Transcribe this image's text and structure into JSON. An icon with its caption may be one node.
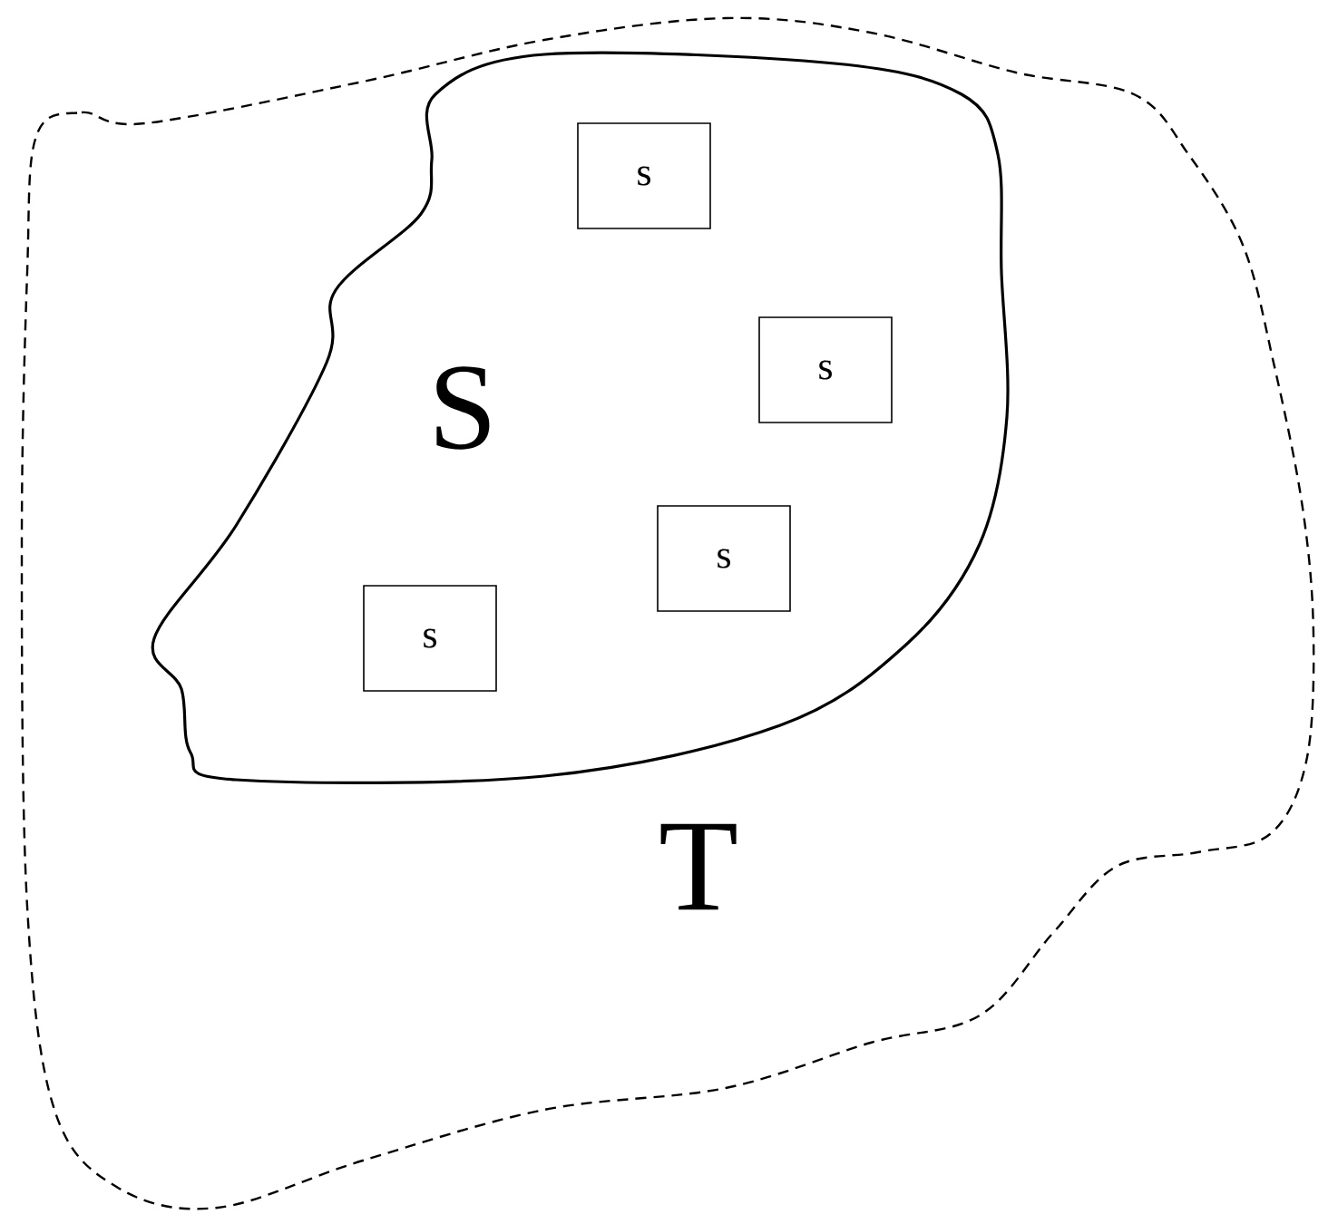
{
  "diagram": {
    "nodes": [
      {
        "text": [
          "T"
        ]
      },
      {
        "text": [
          "S"
        ],
        "in": 0
      },
      {
        "text": [
          "s"
        ],
        "in": 1
      },
      {
        "text": [
          "s"
        ],
        "in": 1
      },
      {
        "text": [
          "s"
        ],
        "in": 1
      },
      {
        "text": [
          "s"
        ],
        "in": 1
      }
    ]
  }
}
